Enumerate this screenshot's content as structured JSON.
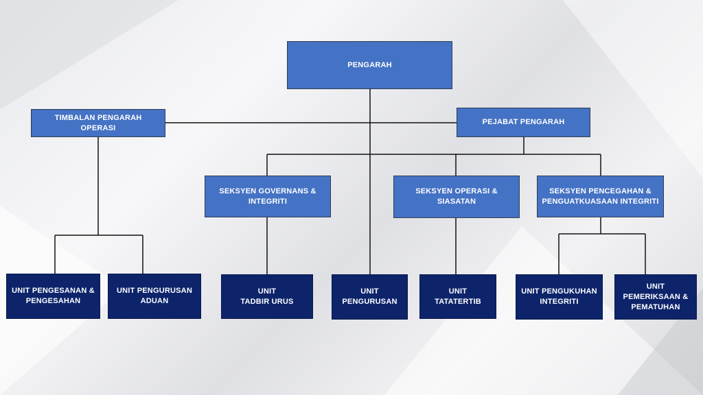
{
  "colors": {
    "top_level_fill": "#4472c4",
    "unit_fill": "#0d246b",
    "text": "#ffffff",
    "connector": "#111111"
  },
  "chart": {
    "pengarah": "PENGARAH",
    "timbalan_pengarah": "TIMBALAN PENGARAH\nOPERASI",
    "pejabat_pengarah": "PEJABAT PENGARAH",
    "seksyen_governans": "SEKSYEN GOVERNANS &\nINTEGRITI",
    "seksyen_operasi": "SEKSYEN  OPERASI & SIASATAN",
    "seksyen_pencegahan": "SEKSYEN PENCEGAHAN &\nPENGUATKUASAAN INTEGRITI",
    "unit_pengesanan": "UNIT PENGESANAN &\nPENGESAHAN",
    "unit_pengurusan_aduan": "UNIT PENGURUSAN\nADUAN",
    "unit_tadbir_urus": "UNIT\nTADBIR URUS",
    "unit_pengurusan": "UNIT\nPENGURUSAN",
    "unit_tatatertib": "UNIT\nTATATERTIB",
    "unit_pengukuhan": "UNIT PENGUKUHAN\nINTEGRITI",
    "unit_pemeriksaan": "UNIT\nPEMERIKSAAN &\nPEMATUHAN"
  }
}
